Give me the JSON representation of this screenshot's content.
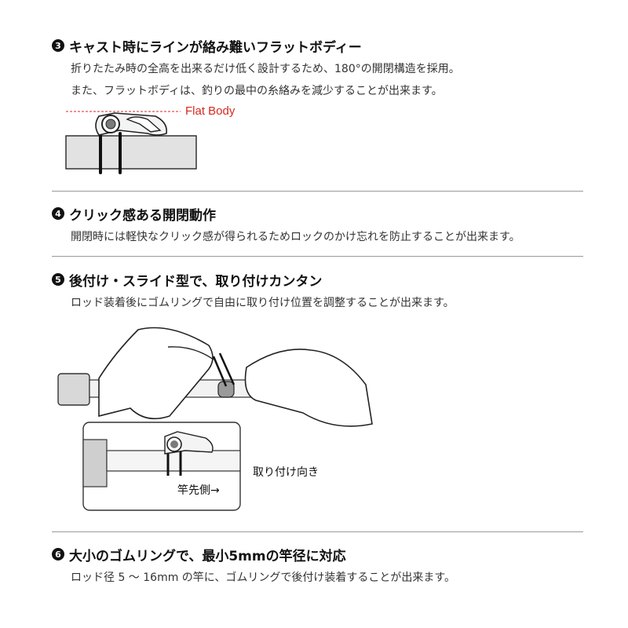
{
  "sections": [
    {
      "number": "3",
      "heading": "キャスト時にラインが絡み難いフラットボディー",
      "lines": [
        "折りたたみ時の全高を出来るだけ低く設計するため、180°の開閉構造を採用。",
        "また、フラットボディは、釣りの最中の糸絡みを減少することが出来ます。"
      ]
    },
    {
      "number": "4",
      "heading": "クリック感ある開閉動作",
      "lines": [
        "開閉時には軽快なクリック感が得られるためロックのかけ忘れを防止することが出来ます。"
      ]
    },
    {
      "number": "5",
      "heading": "後付け・スライド型で、取り付けカンタン",
      "lines": [
        "ロッド装着後にゴムリングで自由に取り付け位置を調整することが出来ます。"
      ]
    },
    {
      "number": "6",
      "heading": "大小のゴムリングで、最小5mmの竿径に対応",
      "lines": [
        "ロッド径 5 ～ 16mm の竿に、ゴムリングで後付け装着することが出来ます。"
      ]
    }
  ],
  "figure1": {
    "flat_body_label": "Flat Body",
    "label_color": "#d42a20"
  },
  "figure2": {
    "direction_label": "取り付け向き",
    "rod_tip_label": "竿先側→"
  }
}
